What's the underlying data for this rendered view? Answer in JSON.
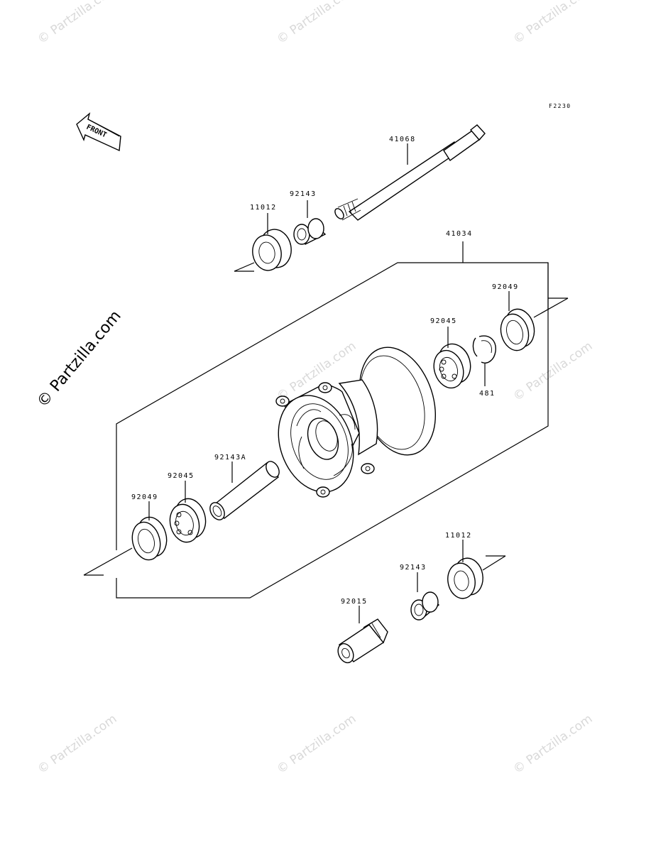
{
  "diagram_code": "F2230",
  "direction_label": "FRONT",
  "watermark": "© Partzilla.com",
  "parts": {
    "axle": "41068",
    "collar_top": "92143",
    "oil_seal_top": "11012",
    "hub": "41034",
    "oil_seal_right": "92049",
    "bearing_right": "92045",
    "circlip": "481",
    "spacer": "92143A",
    "bearing_left": "92045",
    "oil_seal_left": "92049",
    "oil_seal_bottom": "11012",
    "collar_bottom": "92143",
    "axle_nut": "92015"
  }
}
